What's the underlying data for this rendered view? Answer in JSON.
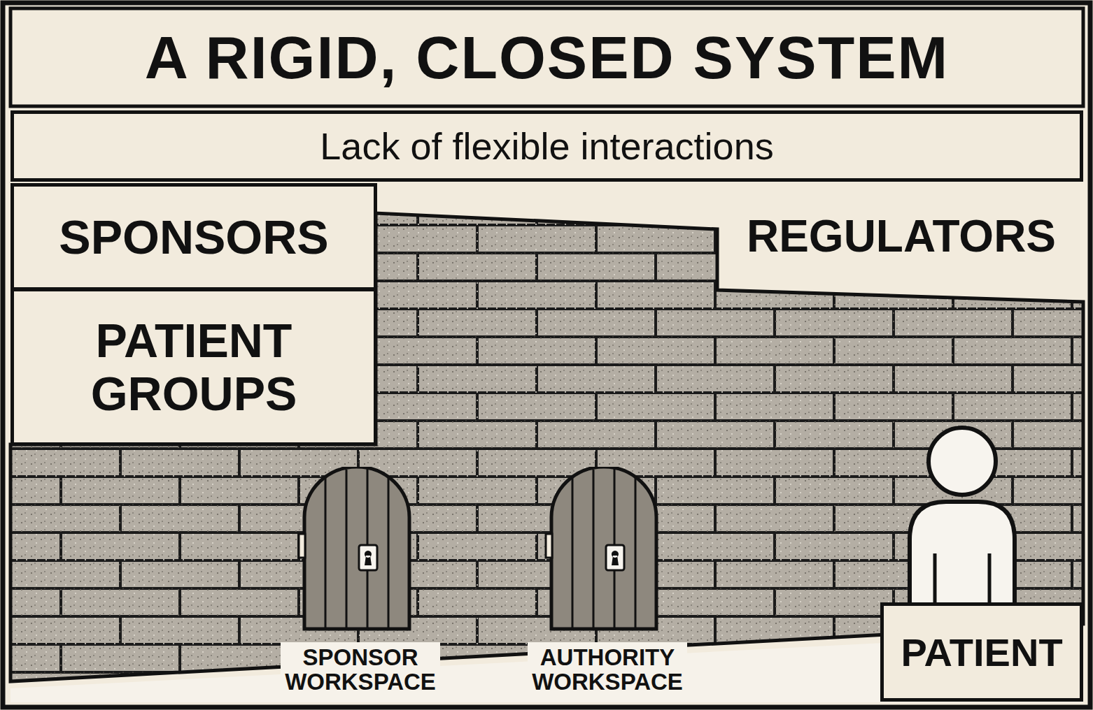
{
  "diagram": {
    "title": "A RIGID, CLOSED SYSTEM",
    "nodes": [
      {
        "text": [
          "Lack of flexible interactions"
        ]
      },
      {
        "text": [
          "SPONSORS"
        ]
      },
      {
        "text": [
          "REGULATORS"
        ]
      },
      {
        "text": [
          "PATIENT GROUPS"
        ]
      },
      {
        "text": [
          "SPONSOR WORKSPACE"
        ]
      },
      {
        "text": [
          "AUTHORITY WORKSPACE"
        ]
      },
      {
        "text": [
          "PATIENT"
        ]
      }
    ]
  }
}
